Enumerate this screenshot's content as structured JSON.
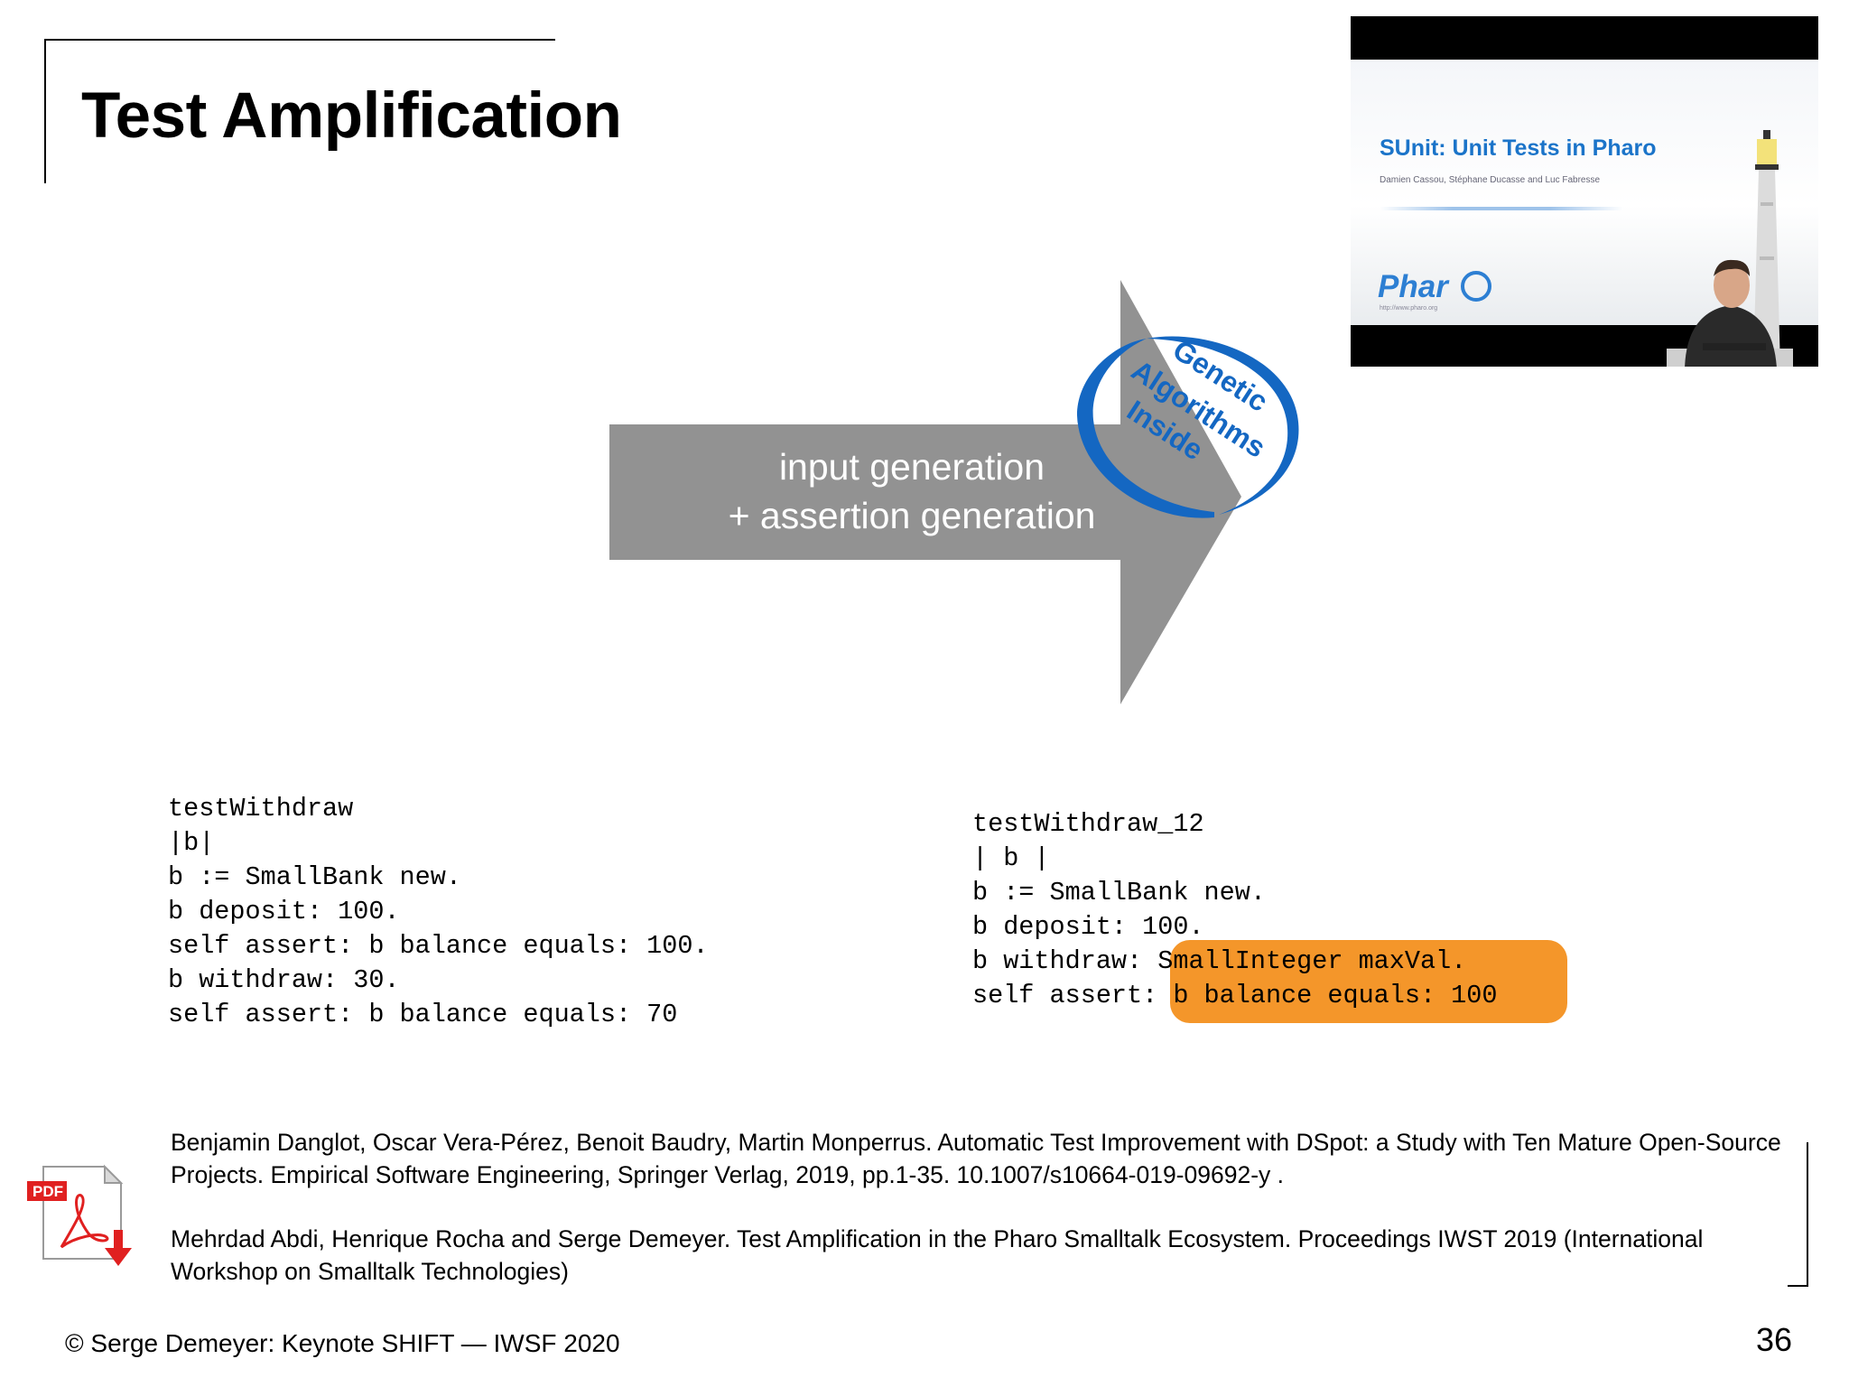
{
  "slide": {
    "title": "Test Amplification",
    "page_number": "36",
    "footer": "© Serge Demeyer: Keynote SHIFT — IWSF 2020"
  },
  "video": {
    "title": "SUnit: Unit Tests in Pharo",
    "authors": "Damien Cassou, Stéphane Ducasse and Luc Fabresse",
    "logo": "Phar",
    "url": "http://www.pharo.org"
  },
  "arrow": {
    "line1": "input generation",
    "line2": "+ assertion generation",
    "color": "#929292"
  },
  "badge": {
    "line1": "Genetic",
    "line2": "Algorithms",
    "line3": "Inside",
    "color": "#1467c2"
  },
  "code_left": {
    "lines": [
      "testWithdraw",
      "|b|",
      "b := SmallBank new.",
      "b deposit: 100.",
      "self assert: b balance equals: 100.",
      "b withdraw: 30.",
      "self assert: b balance equals: 70"
    ]
  },
  "code_right": {
    "lines": [
      "testWithdraw_12",
      "| b |",
      "b := SmallBank new.",
      "b deposit: 100.",
      "b withdraw: SmallInteger maxVal.",
      "self assert: b balance equals: 100"
    ],
    "highlight_color": "#f4962a"
  },
  "pdf_icon": {
    "label": "PDF",
    "color": "#e02020"
  },
  "references": [
    "Benjamin Danglot, Oscar Vera-Pérez, Benoit Baudry, Martin Monperrus. Automatic Test Improvement with DSpot: a Study with Ten Mature Open-Source Projects. Empirical Software Engineering, Springer Verlag, 2019, pp.1-35. 10.1007/s10664-019-09692-y .",
    "Mehrdad Abdi, Henrique Rocha and Serge Demeyer. Test Amplification in the Pharo Smalltalk Ecosystem. Proceedings IWST 2019 (International Workshop on Smalltalk Technologies)"
  ]
}
